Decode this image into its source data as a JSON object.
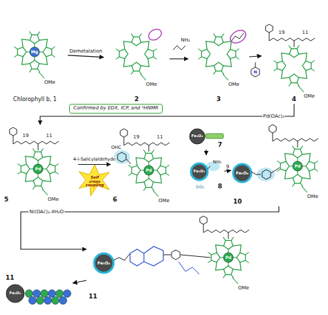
{
  "diagram": {
    "nodes": [
      {
        "text": [
          "Chlorophyll b, 1"
        ]
      },
      {
        "text": [
          "Confirmed by EDX, ICP, and ¹HNMR"
        ]
      },
      {
        "text": [
          "2"
        ]
      },
      {
        "text": [
          "3"
        ]
      },
      {
        "text": [
          "4"
        ]
      },
      {
        "text": [
          "5"
        ]
      },
      {
        "text": [
          "6"
        ]
      },
      {
        "text": [
          "7"
        ]
      },
      {
        "text": [
          "8"
        ]
      },
      {
        "text": [
          "10"
        ]
      },
      {
        "text": [
          "11"
        ]
      },
      {
        "text": [
          "11"
        ]
      }
    ],
    "edges": [
      {
        "from": 0,
        "to": 2,
        "arrow": "to",
        "label": "Demetalation"
      },
      {
        "from": 2,
        "to": 3,
        "arrow": "to"
      },
      {
        "from": 3,
        "to": 4,
        "arrow": "to"
      },
      {
        "from": 4,
        "to": 5,
        "arrow": "to",
        "label": "Pd(OAc)₂"
      },
      {
        "from": 5,
        "to": 6,
        "arrow": "to",
        "label": "4-I-Salicylaldehyde"
      },
      {
        "from": 7,
        "to": 8,
        "arrow": "to"
      },
      {
        "from": 8,
        "to": 9,
        "arrow": "to",
        "label": "9"
      },
      {
        "from": 9,
        "to": 10,
        "arrow": "to",
        "label": "Ni(OAc)₂.4H₂O"
      },
      {
        "from": 10,
        "to": 11,
        "arrow": "to"
      }
    ],
    "labels": [
      "Mg",
      "OMe",
      "OMe",
      "NH₂",
      "OMe",
      "N",
      "19",
      "11",
      "OMe",
      "19",
      "11",
      "Pd",
      "OMe",
      "Self cross coupling",
      "OHC",
      "19",
      "11",
      "Pd",
      "OMe",
      "Fe₃O₄",
      "Fe₃O₄",
      "SiO₂",
      "NH₂",
      "Fe₃O₄",
      "Pd",
      "OMe",
      "Fe₃O₄",
      "Pd",
      "OMe",
      "Fe₃O₄"
    ]
  }
}
